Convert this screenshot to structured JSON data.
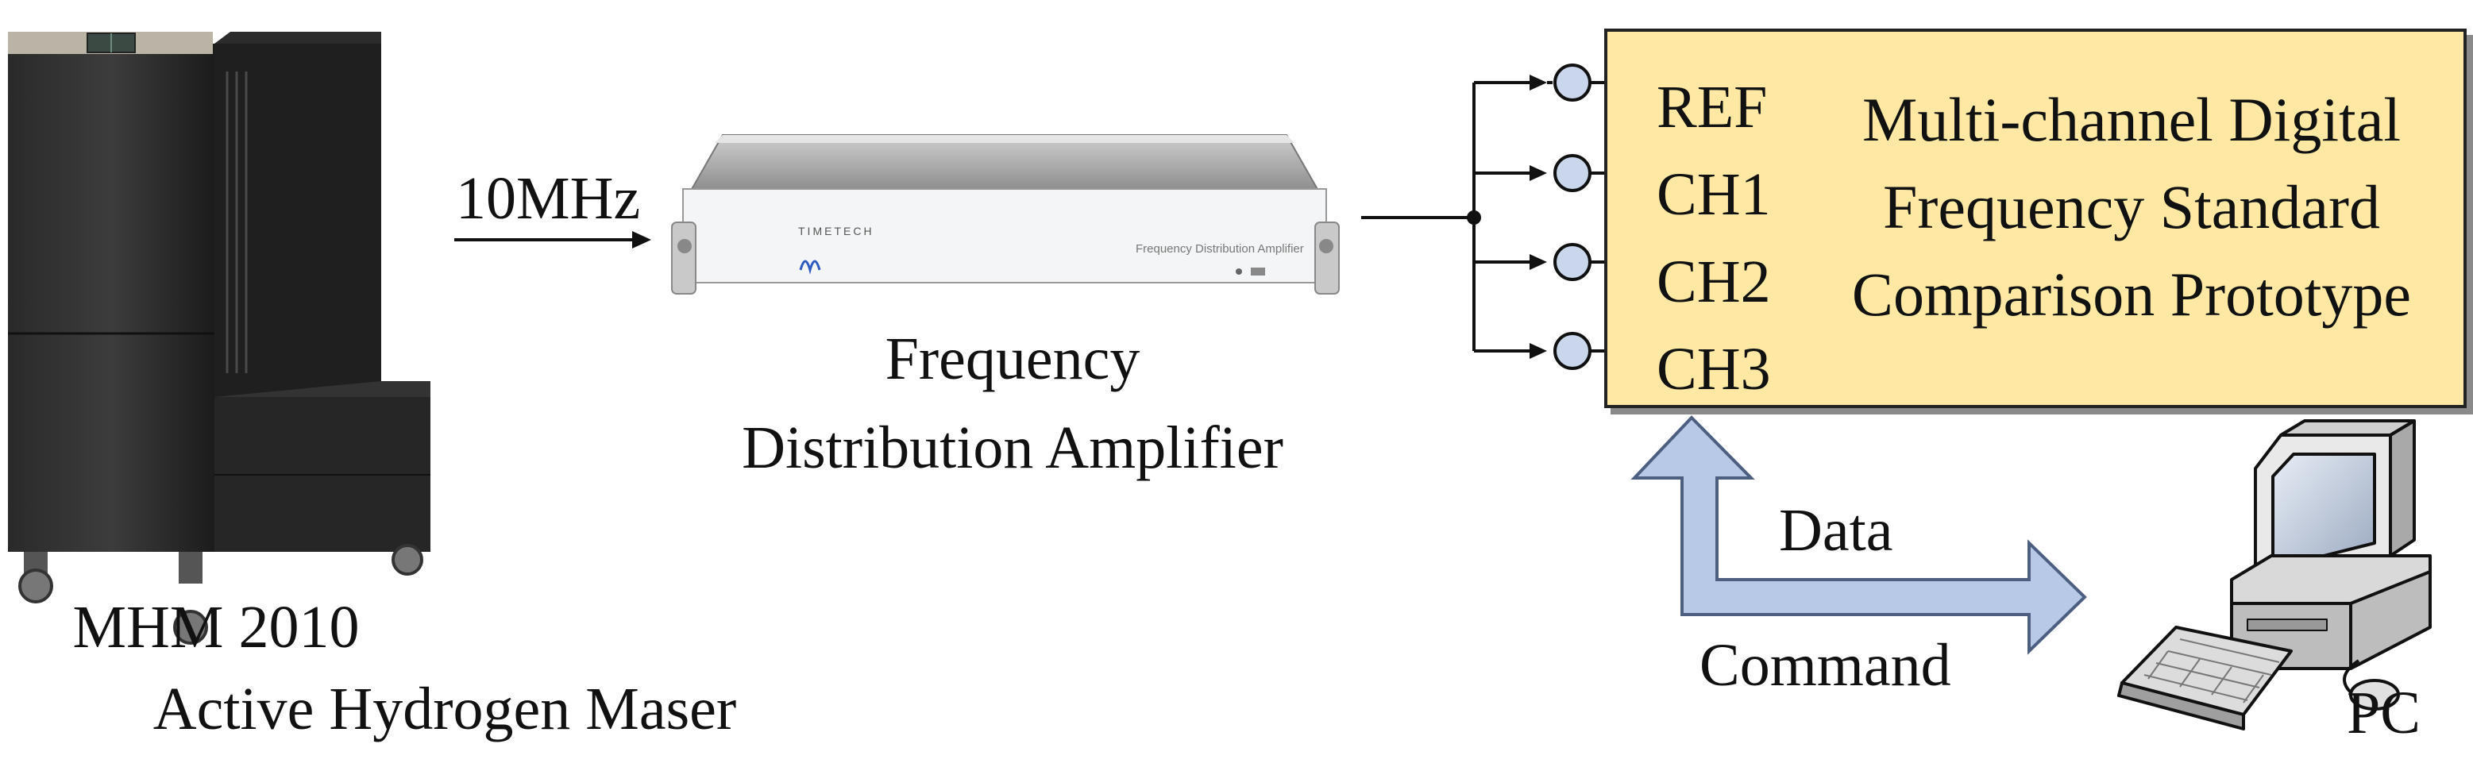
{
  "colors": {
    "box_fill": "#ffe8a3",
    "port_fill": "#c9d6ec",
    "arrow_fill": "#b7c9e6",
    "line": "#111111"
  },
  "maser": {
    "input_signal": "10MHz",
    "name_line1": "MHM 2010",
    "name_line2": "Active Hydrogen Maser"
  },
  "amplifier": {
    "label_line1": "Frequency",
    "label_line2": "Distribution Amplifier",
    "panel_brand": "TIMETECH",
    "panel_text": "Frequency Distribution Amplifier"
  },
  "prototype": {
    "ports": [
      "REF",
      "CH1",
      "CH2",
      "CH3"
    ],
    "title_line1": "Multi-channel Digital",
    "title_line2": "Frequency Standard",
    "title_line3": "Comparison Prototype"
  },
  "link": {
    "data_label": "Data",
    "command_label": "Command"
  },
  "pc": {
    "label": "PC",
    "icon": "computer-icon"
  }
}
